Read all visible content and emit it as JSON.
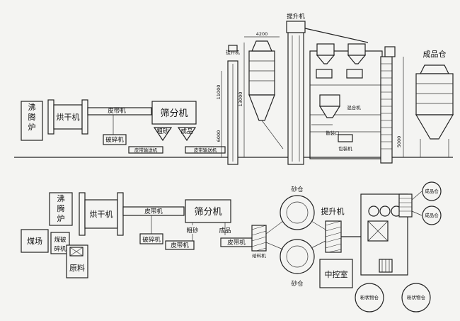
{
  "top": {
    "boiling_furnace": [
      "沸",
      "腾",
      "炉"
    ],
    "dryer": "烘干机",
    "belt": "皮带机",
    "crusher": "破碎机",
    "screener": "筛分机",
    "coarse": "粗砂",
    "finished": "成品",
    "belt_conveyor_1": "皮带输送机",
    "belt_conveyor_2": "皮带输送机",
    "elevator_small": "提升机",
    "elevator_main": "提升机",
    "finished_silo": "成品仓",
    "dim_top": "4200",
    "dim_mid": "13000",
    "dim_left": "11000",
    "dim_low": "6000",
    "dim_right": "5000",
    "small_label_1": "",
    "small_label_2": "",
    "mixer_label": "混合机",
    "packing_label": "包装机",
    "discharge_label": "散装口"
  },
  "bottom": {
    "boiling_furnace": [
      "沸",
      "腾",
      "炉"
    ],
    "dryer": "烘干机",
    "belt_1": "皮带机",
    "screener": "筛分机",
    "coarse": "粗砂",
    "finished": "成品",
    "crusher": "破碎机",
    "belt_2": "皮带机",
    "belt_3": "皮带机",
    "coal_yard": "煤场",
    "coal_crusher": [
      "煤破",
      "碎机"
    ],
    "raw_material": "原料",
    "sand_silo_top": "砂仓",
    "sand_silo_bottom": "砂仓",
    "elevator": "提升机",
    "control_room": "中控室",
    "powder_silo_1": "粉状物仓",
    "powder_silo_2": "粉状物仓",
    "finished_silo_1": "成品仓",
    "finished_silo_2": "成品仓",
    "feeder_label": "给料机"
  }
}
